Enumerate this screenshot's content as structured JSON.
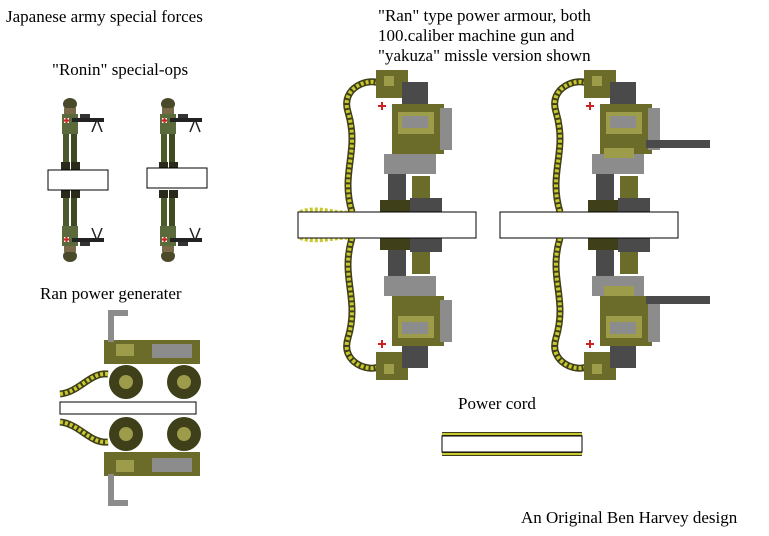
{
  "labels": {
    "title": "Japanese army special forces",
    "ronin": "\"Ronin\" special-ops",
    "armour_lines": [
      "\"Ran\" type power armour, both",
      "100.caliber machine gun and",
      "\"yakuza\" missle version shown"
    ],
    "generator": "Ran power generater",
    "cord": "Power cord",
    "credit": "An Original Ben Harvey design"
  },
  "colors": {
    "olive": "#6b6b2a",
    "olive_light": "#9c9c4a",
    "olive_dark": "#3f3f1a",
    "grey": "#8c8c8c",
    "grey_dark": "#4a4a4a",
    "cord_yellow": "#c8c830",
    "red_cross": "#cc2222"
  }
}
